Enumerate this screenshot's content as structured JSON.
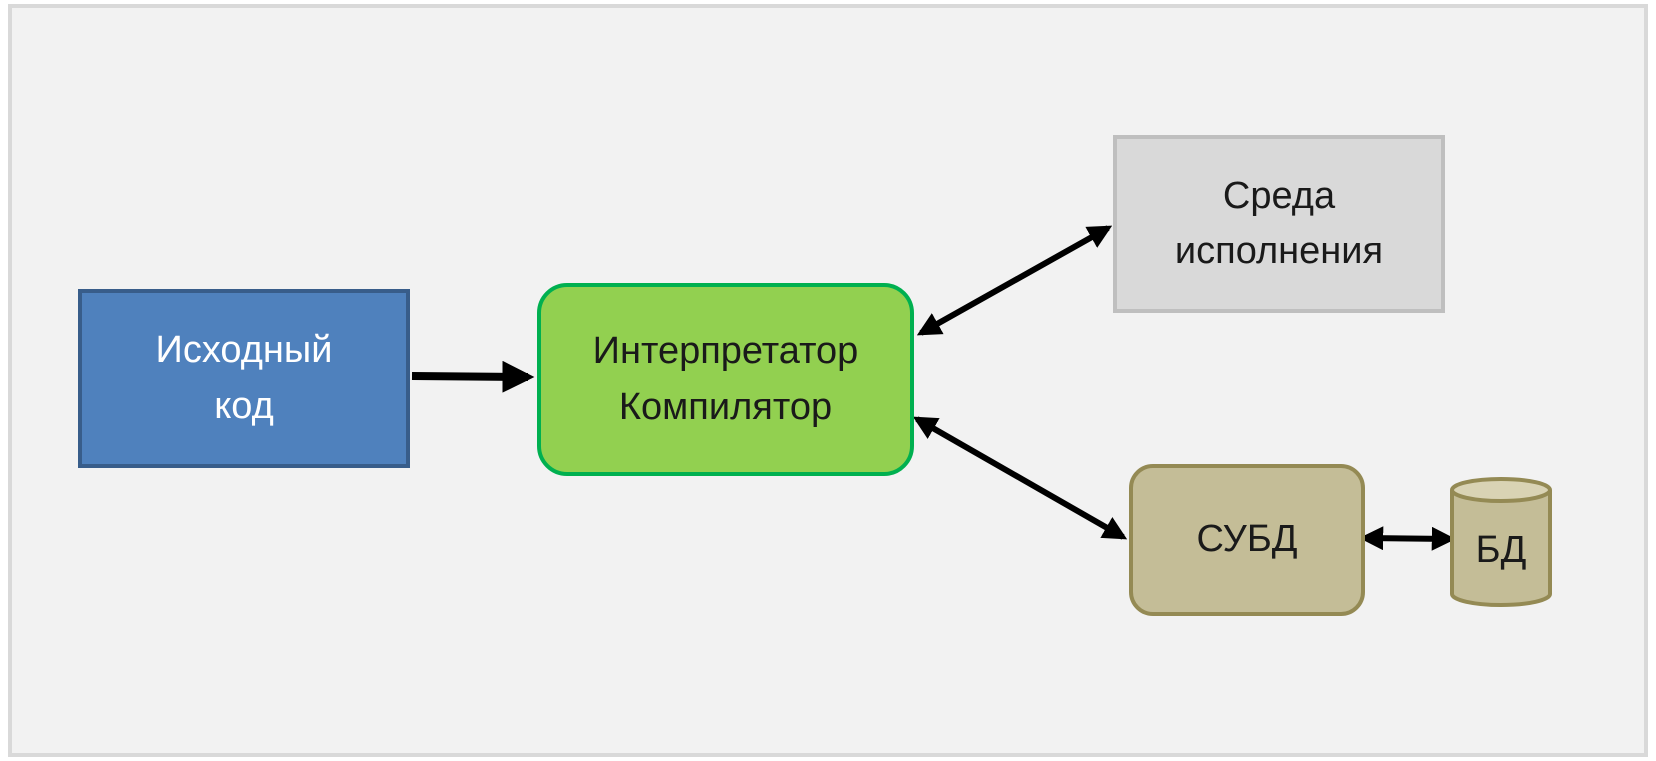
{
  "nodes": {
    "source": {
      "line1": "Исходный",
      "line2": "код"
    },
    "interpreter": {
      "line1": "Интерпретатор",
      "line2": "Компилятор"
    },
    "runtime": {
      "line1": "Среда",
      "line2": "исполнения"
    },
    "dbms": {
      "label": "СУБД"
    },
    "database": {
      "label": "БД"
    }
  },
  "colors": {
    "source_fill": "#4f81bd",
    "source_border": "#385d8a",
    "interpreter_fill": "#92d050",
    "interpreter_border": "#00b050",
    "runtime_fill": "#d9d9d9",
    "runtime_border": "#bfbfbf",
    "dbms_fill": "#c4bd97",
    "dbms_border": "#948a54",
    "arrow": "#000000",
    "background": "#f2f2f2"
  },
  "edges": [
    {
      "from": "source",
      "to": "interpreter",
      "direction": "forward"
    },
    {
      "from": "interpreter",
      "to": "runtime",
      "direction": "both"
    },
    {
      "from": "interpreter",
      "to": "dbms",
      "direction": "both"
    },
    {
      "from": "dbms",
      "to": "database",
      "direction": "both"
    }
  ]
}
